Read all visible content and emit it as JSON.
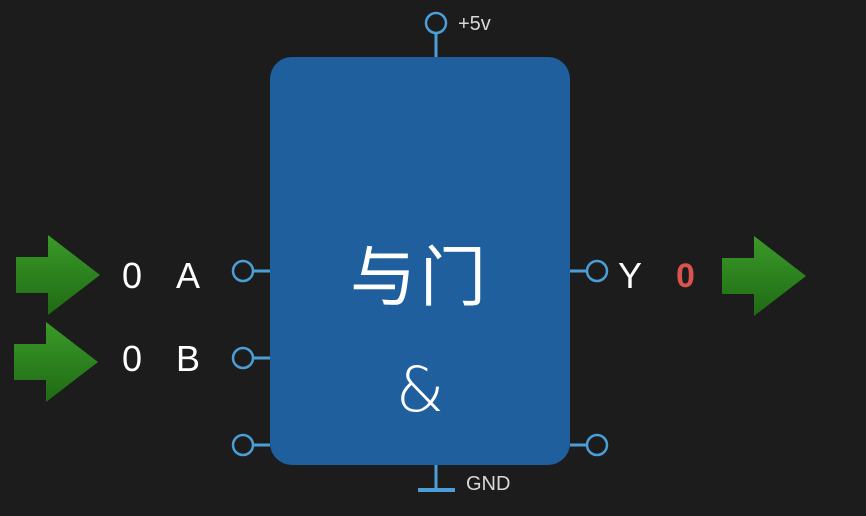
{
  "gate": {
    "name": "与门",
    "symbol": "&"
  },
  "power": {
    "vcc_label": "+5v",
    "gnd_label": "GND"
  },
  "inputs": [
    {
      "label": "A",
      "value": "0"
    },
    {
      "label": "B",
      "value": "0"
    }
  ],
  "output": {
    "label": "Y",
    "value": "0"
  },
  "colors": {
    "background": "#1c1c1c",
    "gate_body": "#1f5f9d",
    "pin": "#4a9fd8",
    "arrow_green": "#2e8b1e",
    "output_value": "#d9534f"
  }
}
